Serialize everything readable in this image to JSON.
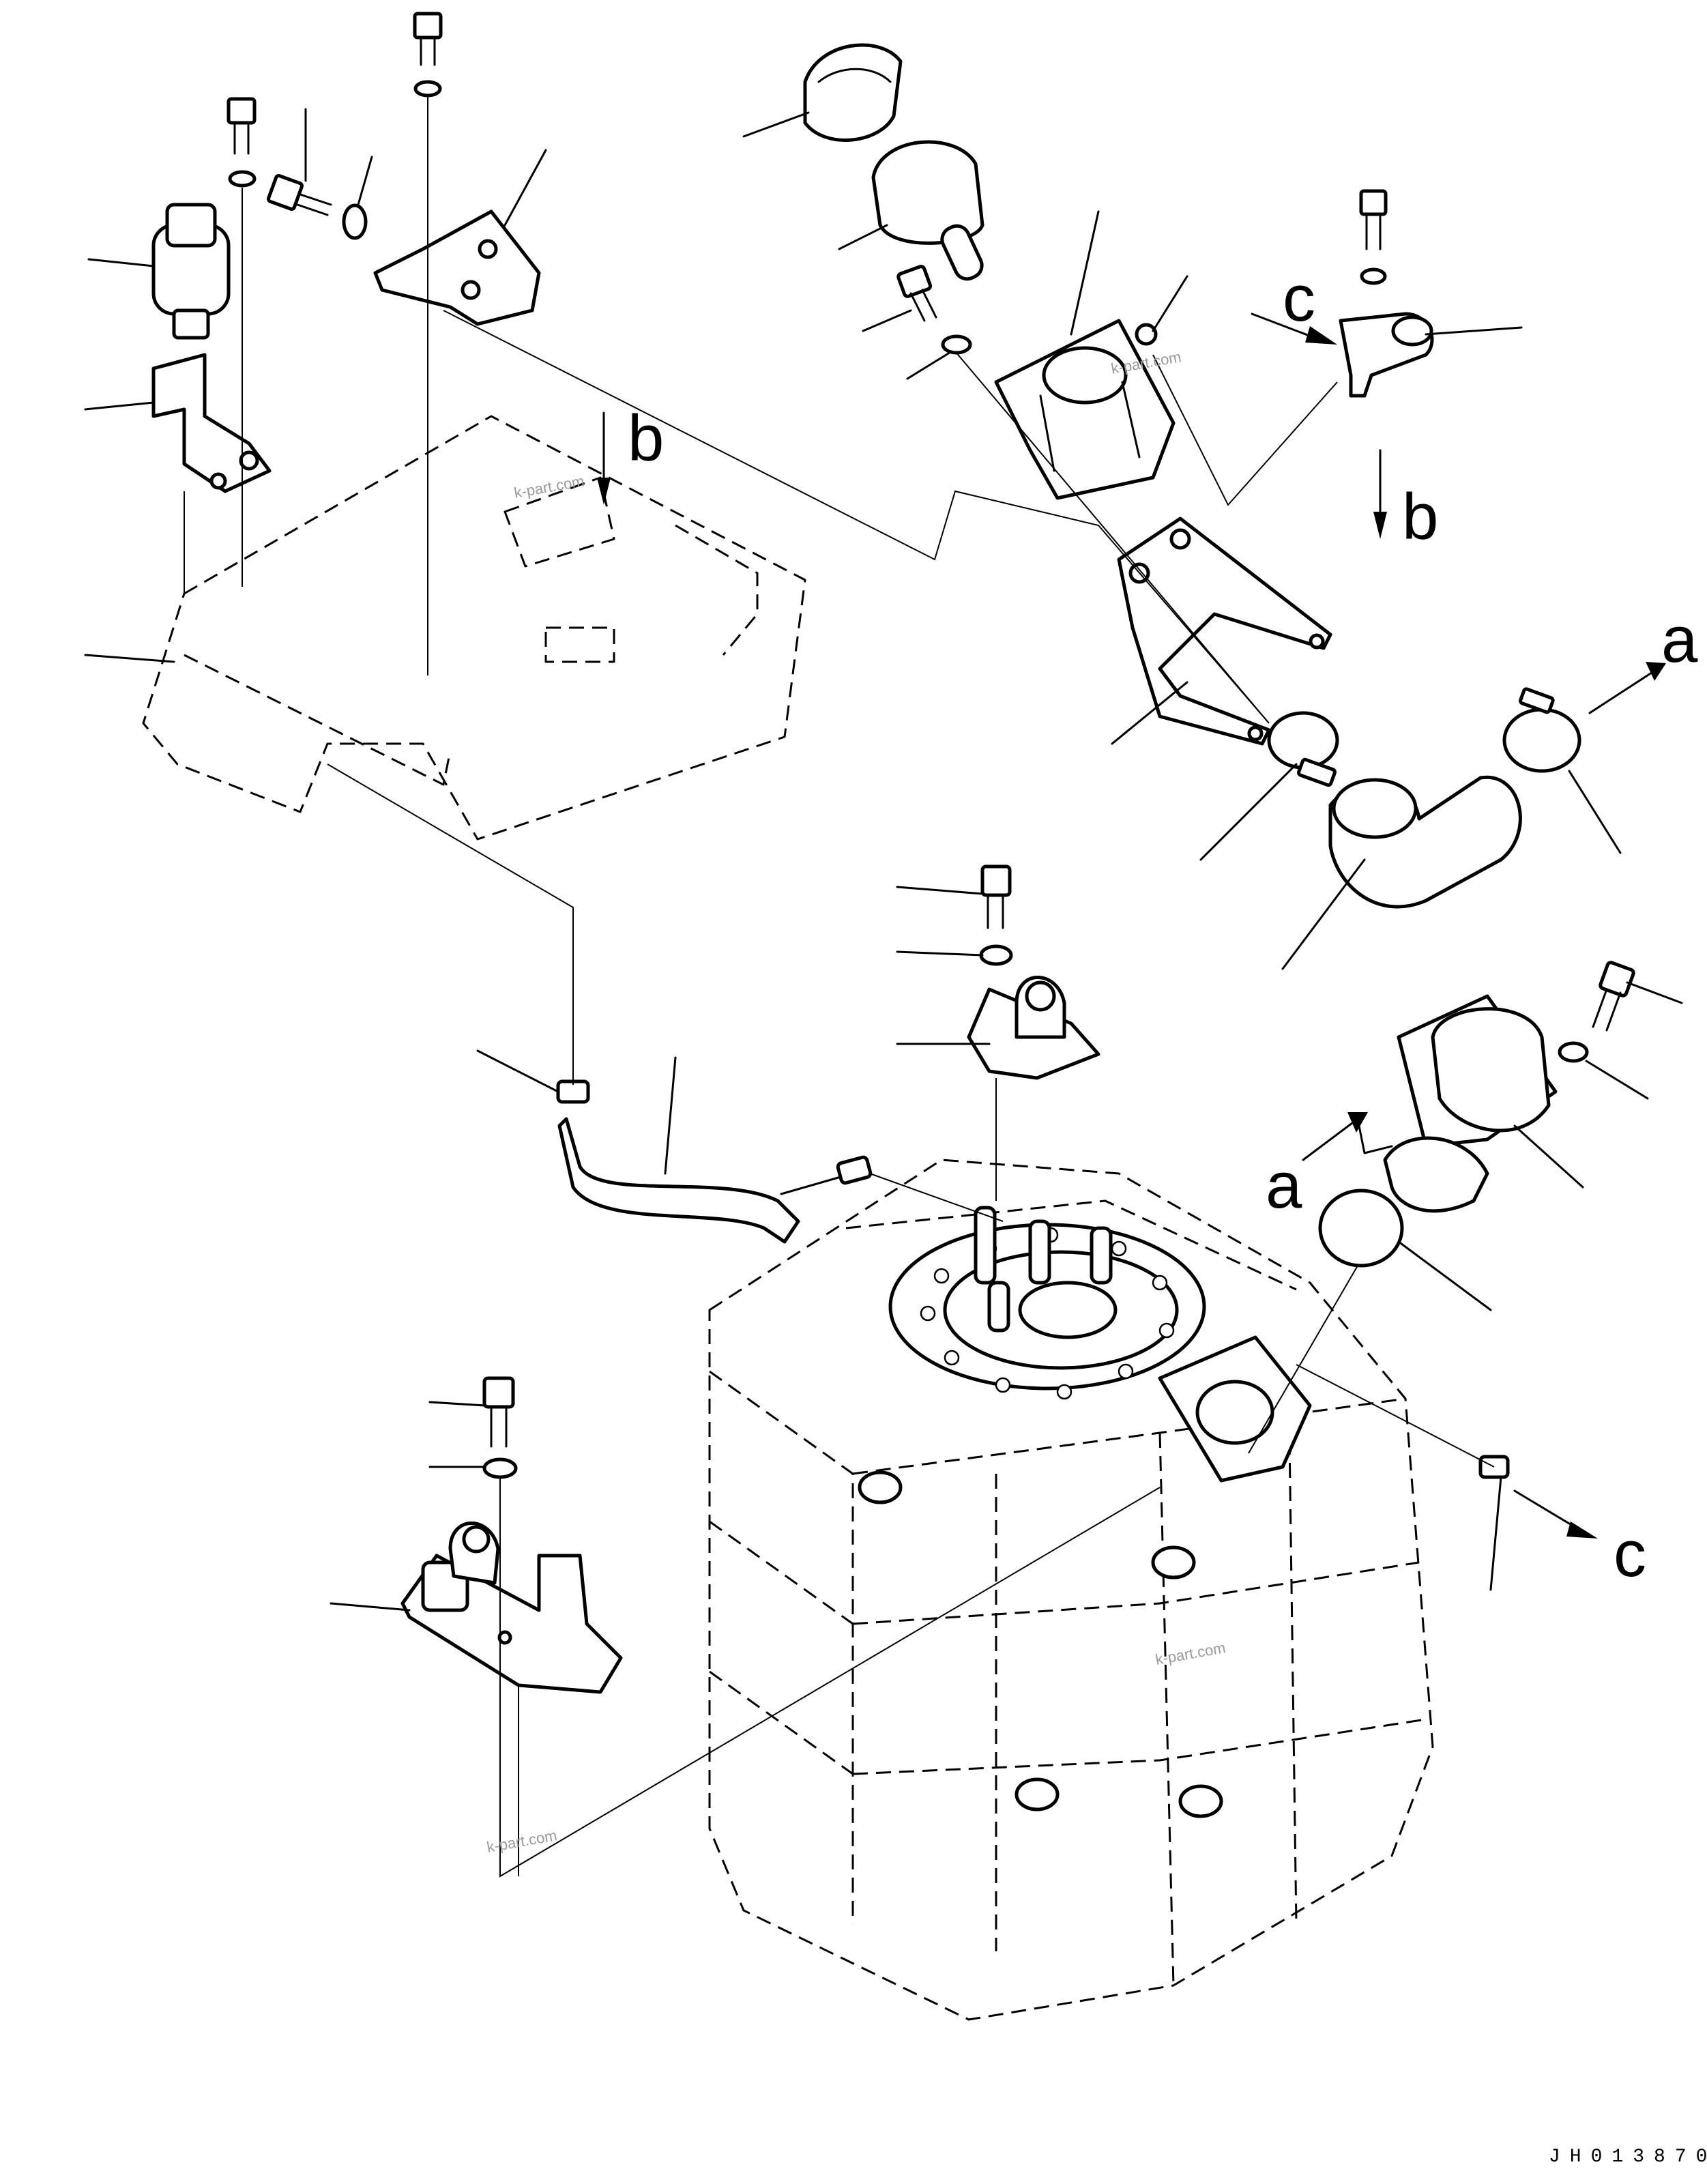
{
  "flow_labels": {
    "a_top": "a",
    "a_bottom": "a",
    "b_top": "b",
    "b_right": "b",
    "c_top": "c",
    "c_bottom": "c"
  },
  "drawing_code": "JH013870",
  "watermarks": [
    "k-part.com",
    "k-part.com",
    "k-part.com",
    "k-part.com"
  ]
}
